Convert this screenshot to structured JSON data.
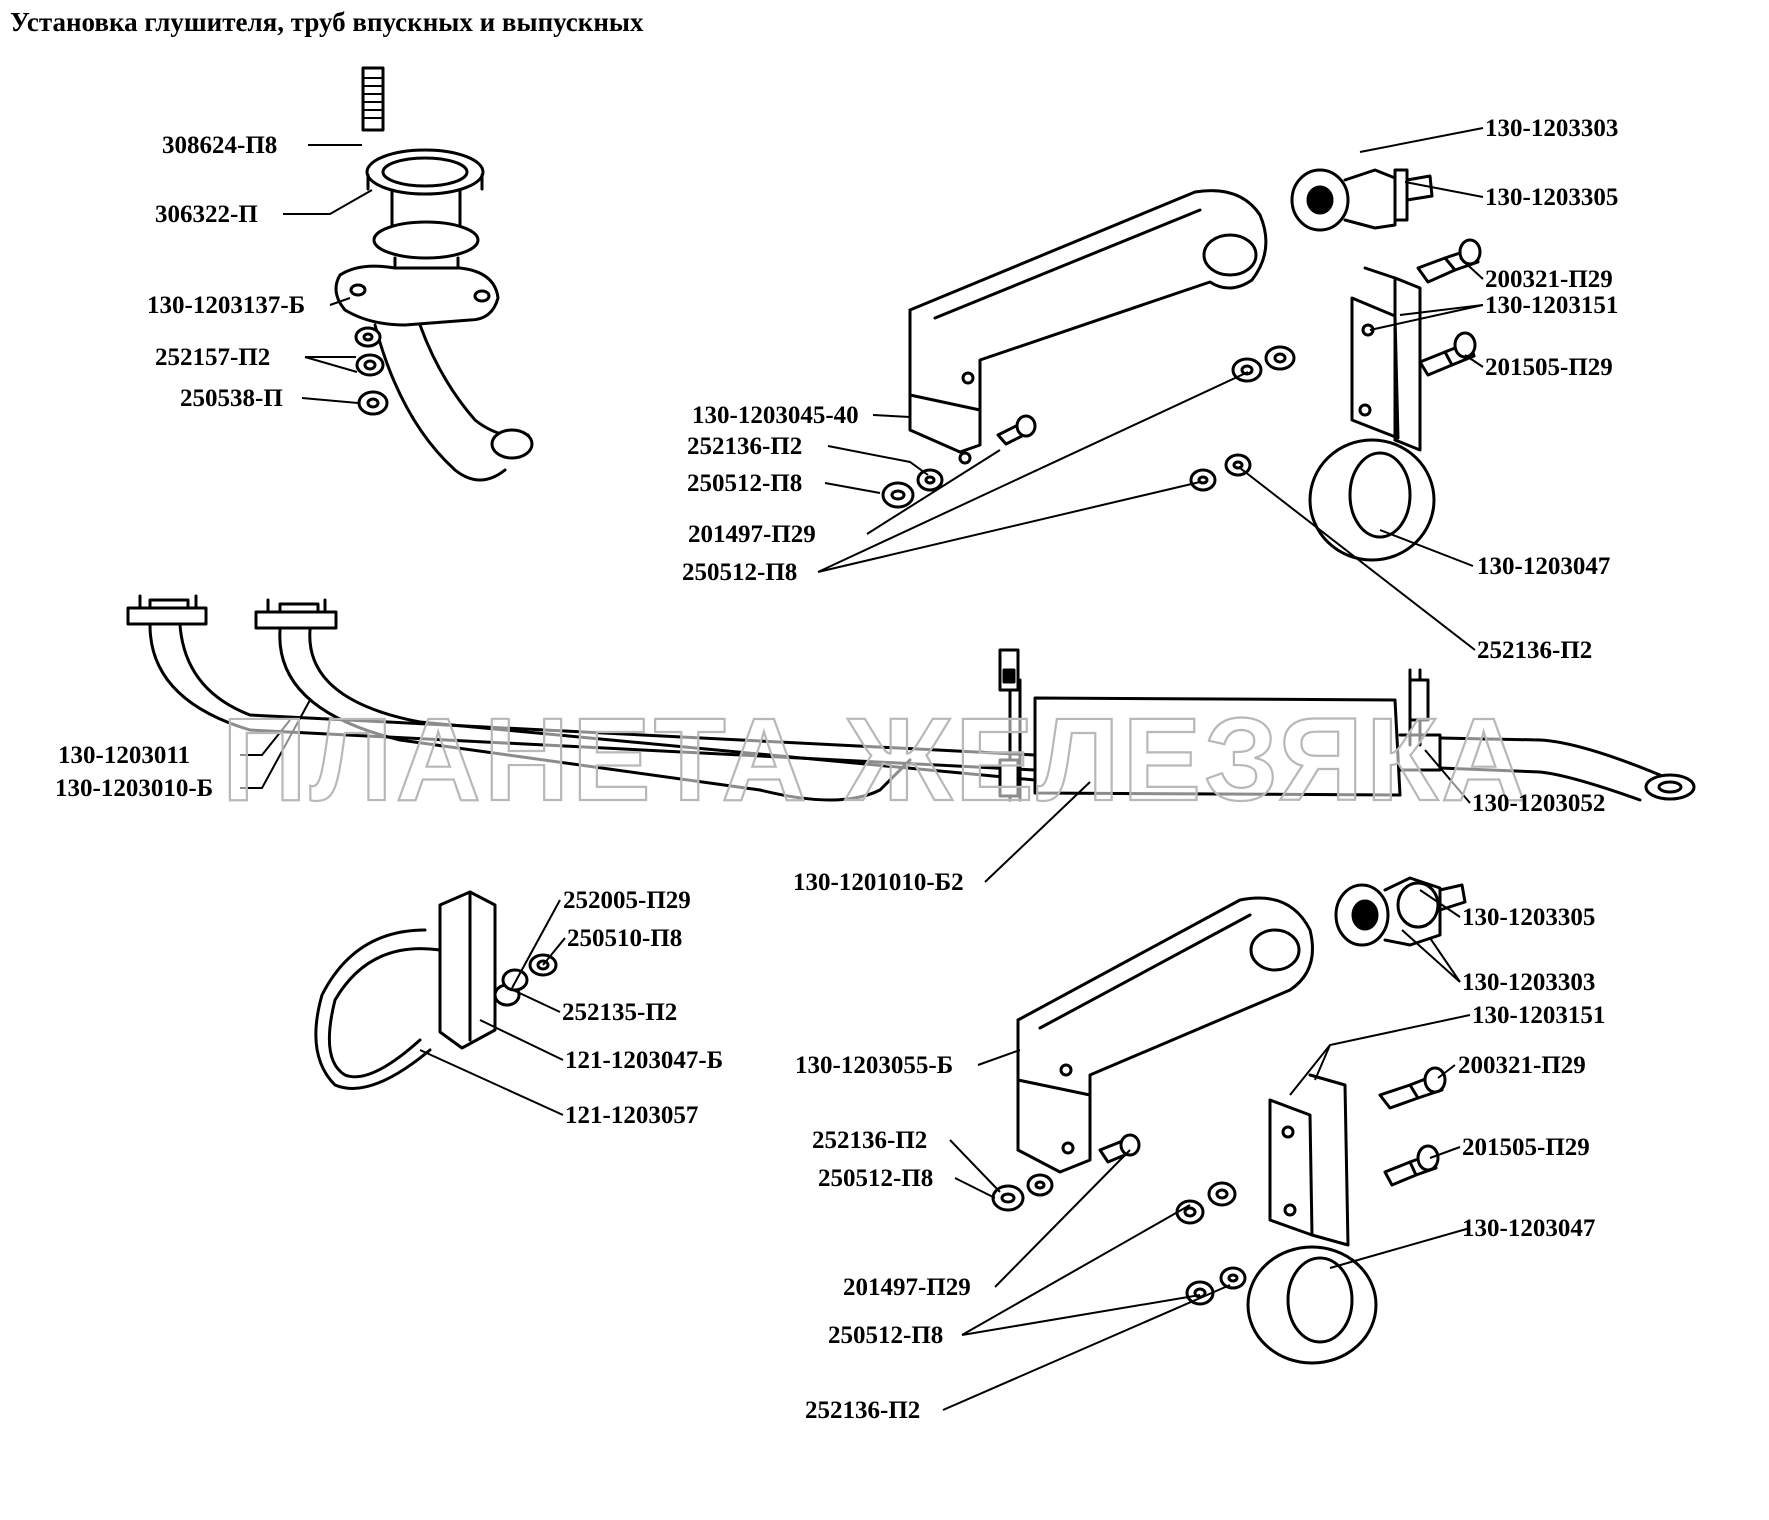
{
  "title": "Установка глушителя, труб впускных и выпускных",
  "watermark": "ПЛАНЕТА ЖЕЛЕЗЯКА",
  "labels": [
    "308624-П8",
    "306322-П",
    "130-1203137-Б",
    "252157-П2",
    "250538-П",
    "130-1203303",
    "130-1203305",
    "200321-П29",
    "130-1203151",
    "201505-П29",
    "130-1203045-40",
    "252136-П2",
    "250512-П8",
    "201497-П29",
    "250512-П8",
    "130-1203047",
    "252136-П2",
    "130-1203011",
    "130-1203010-Б",
    "130-1203052",
    "130-1201010-Б2",
    "252005-П29",
    "250510-П8",
    "252135-П2",
    "121-1203047-Б",
    "121-1203057",
    "130-1203305",
    "130-1203303",
    "130-1203151",
    "130-1203055-Б",
    "200321-П29",
    "201505-П29",
    "252136-П2",
    "250512-П8",
    "130-1203047",
    "201497-П29",
    "250512-П8",
    "252136-П2"
  ]
}
